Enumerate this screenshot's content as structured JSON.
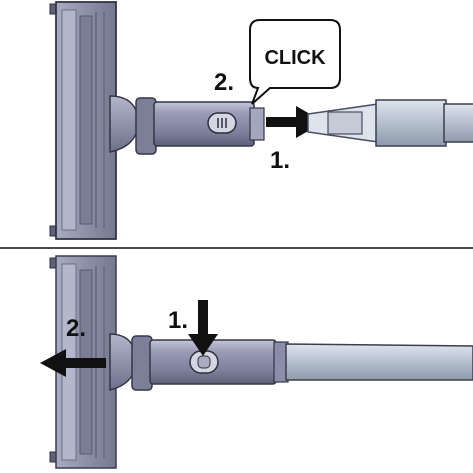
{
  "panel_top": {
    "bubble_text": "CLICK",
    "step_2_label": "2.",
    "step_1_label": "1."
  },
  "panel_bottom": {
    "step_1_label": "1.",
    "step_2_label": "2."
  },
  "colors": {
    "background": "#ffffff",
    "tube_body": "#8c8fac",
    "tube_shadow": "#62657e",
    "tube_highlight": "#bfc1d6",
    "wand": "#b8c2d1",
    "head_body": "#9599b0",
    "head_dark": "#6b6e86",
    "arrow": "#111111",
    "divider": "#111111"
  },
  "icons": {
    "push_arrow": "arrow-right-icon",
    "press_arrow": "arrow-down-icon",
    "pull_arrow": "arrow-left-icon",
    "speech_bubble": "speech-bubble-icon"
  }
}
